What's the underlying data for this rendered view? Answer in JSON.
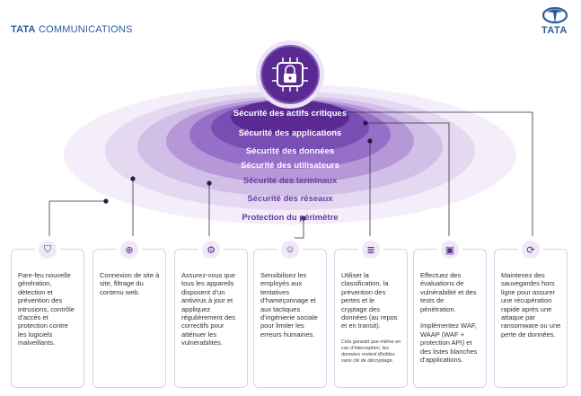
{
  "header": {
    "brand_bold": "TATA",
    "brand_rest": "COMMUNICATIONS",
    "logo_word": "TATA",
    "brand_color": "#2b5d9e"
  },
  "hub": {
    "icon": "lock-chip-icon"
  },
  "layers": [
    {
      "label": "Sécurité des actifs critiques",
      "color": "#ffffff"
    },
    {
      "label": "Sécurité des applications",
      "color": "#ffffff"
    },
    {
      "label": "Sécurité des données",
      "color": "#ffffff"
    },
    {
      "label": "Sécurité des utilisateurs",
      "color": "#ffffff"
    },
    {
      "label": "Sécurité des terminaux",
      "color": "#6b3aa0"
    },
    {
      "label": "Sécurité des réseaux",
      "color": "#6b3aa0"
    },
    {
      "label": "Protection du périmètre",
      "color": "#6b3aa0"
    }
  ],
  "cards": [
    {
      "icon": "shield-icon",
      "text": "Pare-feu nouvelle génération, détection et prévention des intrusions, contrôle d’accès et protection contre les logiciels malveillants.",
      "note": ""
    },
    {
      "icon": "network-globe-icon",
      "text": "Connexion de site à site, filtrage du contenu web.",
      "note": ""
    },
    {
      "icon": "gear-network-icon",
      "text": "Assurez-vous que tous les appareils disposent d’un antivirus à jour et appliquez régulièrement des correctifs pour atténuer les vulnérabilités.",
      "note": ""
    },
    {
      "icon": "user-alert-icon",
      "text": "Sensibilisez les employés aux tentatives d’hameçonnage et aux tactiques d’ingénierie sociale pour limiter les erreurs humaines.",
      "note": ""
    },
    {
      "icon": "database-shield-icon",
      "text": "Utiliser la classification, la prévention des pertes et le cryptage des données (au repos et en transit).",
      "note": "Cela garantit que même en cas d’interception, les données restent illisibles sans clé de décryptage."
    },
    {
      "icon": "app-shield-icon",
      "text": "Effectuez des évaluations de vulnérabilité et des tests de pénétration.\n\nImplémentez WAF, WAAP (WAF + protection API) et des listes blanches d’applications.",
      "note": ""
    },
    {
      "icon": "backup-shield-icon",
      "text": "Maintenez des sauvegardes hors ligne pour assurer une récupération rapide après une attaque par ransomware ou une perte de données.",
      "note": ""
    }
  ]
}
